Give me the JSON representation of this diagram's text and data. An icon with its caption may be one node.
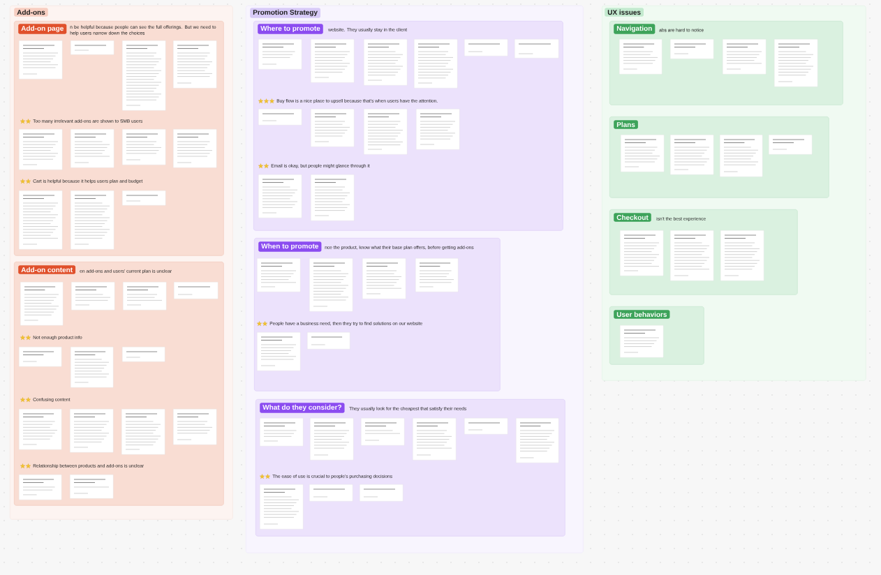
{
  "diagram": {
    "nodes": [
      {
        "text": [
          "Add-ons"
        ]
      },
      {
        "text": [
          "Add-on page",
          "n be helpful because people can see the full offerings. But we need to help users narrow down the choices",
          "Too many irrelevant add-ons are shown to SMB users",
          "Cart is helpful because it helps users plan and budget"
        ],
        "in": 0
      },
      {
        "text": [],
        "shape": "box",
        "in": 1
      },
      {
        "text": [],
        "shape": "box",
        "in": 1
      },
      {
        "text": [],
        "shape": "box",
        "in": 1
      },
      {
        "text": [],
        "shape": "box",
        "in": 1
      },
      {
        "text": [],
        "shape": "box",
        "in": 1
      },
      {
        "text": [],
        "shape": "box",
        "in": 1
      },
      {
        "text": [],
        "shape": "box",
        "in": 1
      },
      {
        "text": [],
        "shape": "box",
        "in": 1
      },
      {
        "text": [],
        "shape": "box",
        "in": 1
      },
      {
        "text": [],
        "shape": "box",
        "in": 1
      },
      {
        "text": [],
        "shape": "box",
        "in": 1
      },
      {
        "text": [
          "Add-on content",
          "en add-ons and users' current plan is unclear",
          "Not enough product info",
          "Confusing content",
          "Relationship between products and add-ons is unclear"
        ],
        "in": 0
      },
      {
        "text": [],
        "shape": "box",
        "in": 13
      },
      {
        "text": [],
        "shape": "box",
        "in": 13
      },
      {
        "text": [],
        "shape": "box",
        "in": 13
      },
      {
        "text": [],
        "shape": "box",
        "in": 13
      },
      {
        "text": [],
        "shape": "box",
        "in": 13
      },
      {
        "text": [],
        "shape": "box",
        "in": 13
      },
      {
        "text": [],
        "shape": "box",
        "in": 13
      },
      {
        "text": [],
        "shape": "box",
        "in": 13
      },
      {
        "text": [],
        "shape": "box",
        "in": 13
      },
      {
        "text": [],
        "shape": "box",
        "in": 13
      },
      {
        "text": [],
        "shape": "box",
        "in": 13
      },
      {
        "text": [],
        "shape": "box",
        "in": 13
      },
      {
        "text": [],
        "shape": "box",
        "in": 13
      },
      {
        "text": [
          "Promotion Strategy"
        ]
      },
      {
        "text": [
          "Where to promote",
          "website. They usually stay in the client",
          "Buy flow is a nice place to upsell because that's when users have the attention.",
          "Email is okay, but people might glance through it"
        ],
        "in": 27
      },
      {
        "text": [],
        "shape": "box",
        "in": 28
      },
      {
        "text": [],
        "shape": "box",
        "in": 28
      },
      {
        "text": [],
        "shape": "box",
        "in": 28
      },
      {
        "text": [],
        "shape": "box",
        "in": 28
      },
      {
        "text": [],
        "shape": "box",
        "in": 28
      },
      {
        "text": [],
        "shape": "box",
        "in": 28
      },
      {
        "text": [],
        "shape": "box",
        "in": 28
      },
      {
        "text": [],
        "shape": "box",
        "in": 28
      },
      {
        "text": [],
        "shape": "box",
        "in": 28
      },
      {
        "text": [],
        "shape": "box",
        "in": 28
      },
      {
        "text": [],
        "shape": "box",
        "in": 28
      },
      {
        "text": [],
        "shape": "box",
        "in": 28
      },
      {
        "text": [
          "When to promote",
          "nce the product, know what their base plan offers, before getting add-ons",
          "People have a business need, then they try to find solutions on our website"
        ],
        "in": 27
      },
      {
        "text": [],
        "shape": "box",
        "in": 41
      },
      {
        "text": [],
        "shape": "box",
        "in": 41
      },
      {
        "text": [],
        "shape": "box",
        "in": 41
      },
      {
        "text": [],
        "shape": "box",
        "in": 41
      },
      {
        "text": [],
        "shape": "box",
        "in": 41
      },
      {
        "text": [],
        "shape": "box",
        "in": 41
      },
      {
        "text": [
          "What do they consider?",
          "They usually look for the cheapest that satisfy their needs",
          "The ease of use is crucial to people's purchasing decisions"
        ],
        "in": 27
      },
      {
        "text": [],
        "shape": "box",
        "in": 48
      },
      {
        "text": [],
        "shape": "box",
        "in": 48
      },
      {
        "text": [],
        "shape": "box",
        "in": 48
      },
      {
        "text": [],
        "shape": "box",
        "in": 48
      },
      {
        "text": [],
        "shape": "box",
        "in": 48
      },
      {
        "text": [],
        "shape": "box",
        "in": 48
      },
      {
        "text": [],
        "shape": "box",
        "in": 48
      },
      {
        "text": [],
        "shape": "box",
        "in": 48
      },
      {
        "text": [],
        "shape": "box",
        "in": 48
      },
      {
        "text": [
          "UX issues"
        ]
      },
      {
        "text": [
          "Navigation",
          "abs are hard to notice"
        ],
        "in": 58
      },
      {
        "text": [],
        "shape": "box",
        "in": 59
      },
      {
        "text": [],
        "shape": "box",
        "in": 59
      },
      {
        "text": [],
        "shape": "box",
        "in": 59
      },
      {
        "text": [],
        "shape": "box",
        "in": 59
      },
      {
        "text": [
          "Plans"
        ],
        "in": 58
      },
      {
        "text": [],
        "shape": "box",
        "in": 64
      },
      {
        "text": [],
        "shape": "box",
        "in": 64
      },
      {
        "text": [],
        "shape": "box",
        "in": 64
      },
      {
        "text": [],
        "shape": "box",
        "in": 64
      },
      {
        "text": [
          "Checkout",
          "isn't the best experience"
        ],
        "in": 58
      },
      {
        "text": [],
        "shape": "box",
        "in": 69
      },
      {
        "text": [],
        "shape": "box",
        "in": 69
      },
      {
        "text": [],
        "shape": "box",
        "in": 69
      },
      {
        "text": [
          "User behaviors"
        ],
        "in": 58
      },
      {
        "text": [],
        "shape": "box",
        "in": 73
      }
    ]
  }
}
